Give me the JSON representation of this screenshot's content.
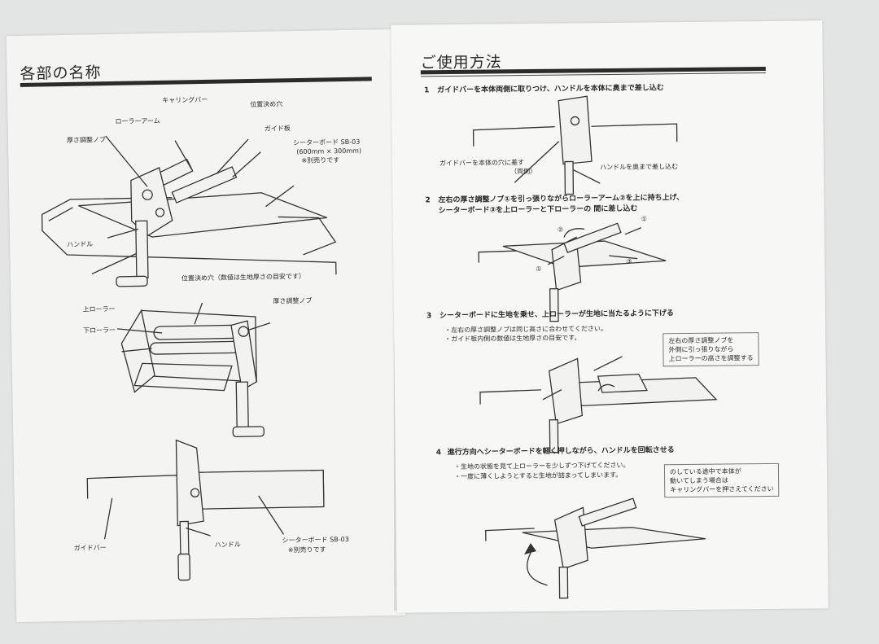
{
  "left": {
    "heading": "各部の名称",
    "fig1": {
      "carrying_bar": "キャリングバー",
      "roller_arm": "ローラーアーム",
      "position_hole": "位置決め穴",
      "guide_plate": "ガイド板",
      "thickness_knob": "厚さ調整ノブ",
      "sheeter_board": "シーターボード SB-03",
      "board_size": "(600mm × 300mm)",
      "sold_separately": "※別売りです",
      "handle": "ハンドル"
    },
    "fig2": {
      "position_hole_note": "位置決め穴（数値は生地厚さの目安です）",
      "upper_roller": "上ローラー",
      "thickness_knob": "厚さ調整ノブ",
      "lower_roller": "下ローラー"
    },
    "fig3": {
      "guide_bar": "ガイドバー",
      "handle": "ハンドル",
      "sheeter_board": "シーターボード SB-03",
      "sold_separately": "※別売りです"
    }
  },
  "right": {
    "heading": "ご使用方法",
    "steps": [
      {
        "num": "1",
        "text": "ガイドバーを本体両側に取りつけ、ハンドルを本体に奥まで差し込む",
        "callout_guide": "ガイドバーを本体の穴に差す",
        "callout_guide_sub": "（両側）",
        "callout_handle": "ハンドルを奥まで差し込む"
      },
      {
        "num": "2",
        "text_line1": "左右の厚さ調整ノブ①を引っ張りながらローラーアーム②を上に持ち上げ、",
        "text_line2": "シーターボード③を上ローラーと下ローラーの 間に差し込む",
        "marks": [
          "①",
          "②",
          "①",
          "③"
        ]
      },
      {
        "num": "3",
        "text": "シーターボードに生地を乗せ、上ローラーが生地に当たるように下げる",
        "note1": "・左右の厚さ調整ノブは同じ高さに合わせてください。",
        "note2": "・ガイド板内側の数値は生地厚さの目安です。",
        "box_line1": "左右の厚さ調整ノブを",
        "box_line2": "外側に引っ張りながら",
        "box_line3": "上ローラーの高さを調整する"
      },
      {
        "num": "4",
        "text": "進行方向へシーターボードを軽く押しながら、ハンドルを回転させる",
        "note1": "・生地の状態を見て上ローラーを少しずつ下げてください。",
        "note2": "・一度に薄くしようとすると生地が詰まってしまいます。",
        "box_line1": "のしている途中で本体が",
        "box_line2": "動いてしまう場合は",
        "box_line3": "キャリングバーを押さえてください"
      }
    ]
  }
}
